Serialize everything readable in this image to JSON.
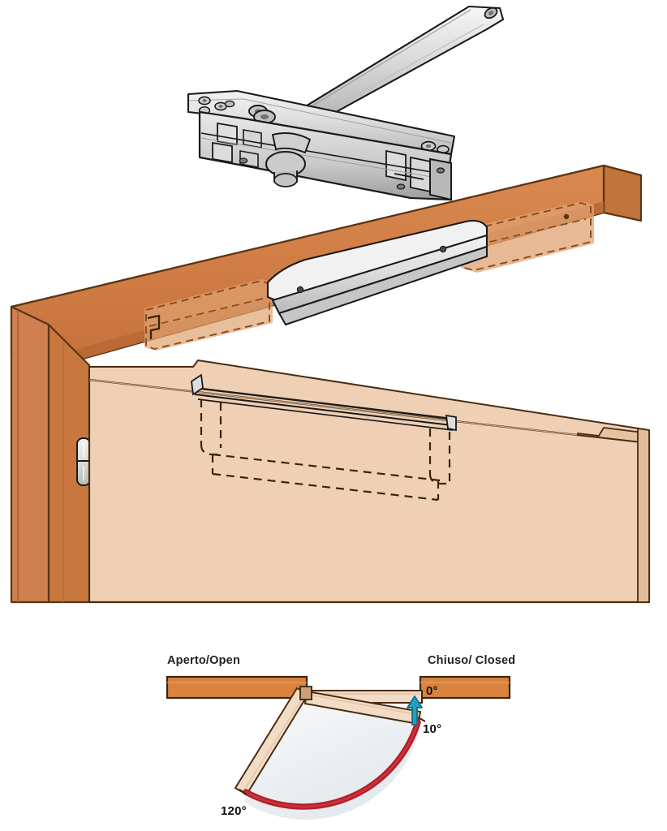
{
  "document": {
    "title": "Concealed door closer installation diagram",
    "background_color": "#ffffff"
  },
  "figures": [
    {
      "id": "closer-exploded",
      "name": "Concealed door closer unit with articulated arm",
      "description": "Exploded view of a concealed overhead door closer body with slide arm shown above the door frame head"
    },
    {
      "id": "frame-door-assembly",
      "name": "Door frame and leaf with routed mortises",
      "description": "Perspective view of timber door frame head and door leaf showing hidden dashed mortise pockets, slide channel and barrel hinge"
    },
    {
      "id": "swing-diagram",
      "name": "Door swing angle diagram",
      "description": "Plan view showing door leaf at open, intermediate and closed positions with swing arc"
    }
  ],
  "swing_diagram": {
    "labels": {
      "open": "Aperto/Open",
      "closed": "Chiuso/ Closed",
      "angle_closed": "0°",
      "angle_latch": "10°",
      "angle_open": "120°"
    },
    "positions": [
      {
        "label": "0°",
        "angle_deg": 0,
        "meaning": "closed"
      },
      {
        "label": "10°",
        "angle_deg": 10,
        "meaning": "latching action start"
      },
      {
        "label": "120°",
        "angle_deg": 120,
        "meaning": "maximum opening"
      }
    ],
    "arc": {
      "color": "#b5202a",
      "from_deg": 10,
      "to_deg": 120
    },
    "close_arrow": {
      "color": "#22a0c0",
      "direction": "up",
      "meaning": "final closing / latching action"
    }
  },
  "colors": {
    "frame_face": "#ce7b45",
    "frame_face_dark": "#b96734",
    "frame_top": "#d98e57",
    "frame_edge": "#c2743c",
    "door_panel": "#efd0b4",
    "door_panel_shade": "#e6c2a2",
    "leaf_pale": "#f3dcc6",
    "metal_light": "#e4e4e4",
    "metal_mid": "#cfcfcf",
    "metal_dark": "#a8a8a8",
    "outline": "#1a1a1a",
    "hidden_line": "#8a4a20",
    "arc_red": "#b5202a",
    "arrow_cyan": "#22a0c0",
    "swing_fill": "#eef1f3"
  }
}
